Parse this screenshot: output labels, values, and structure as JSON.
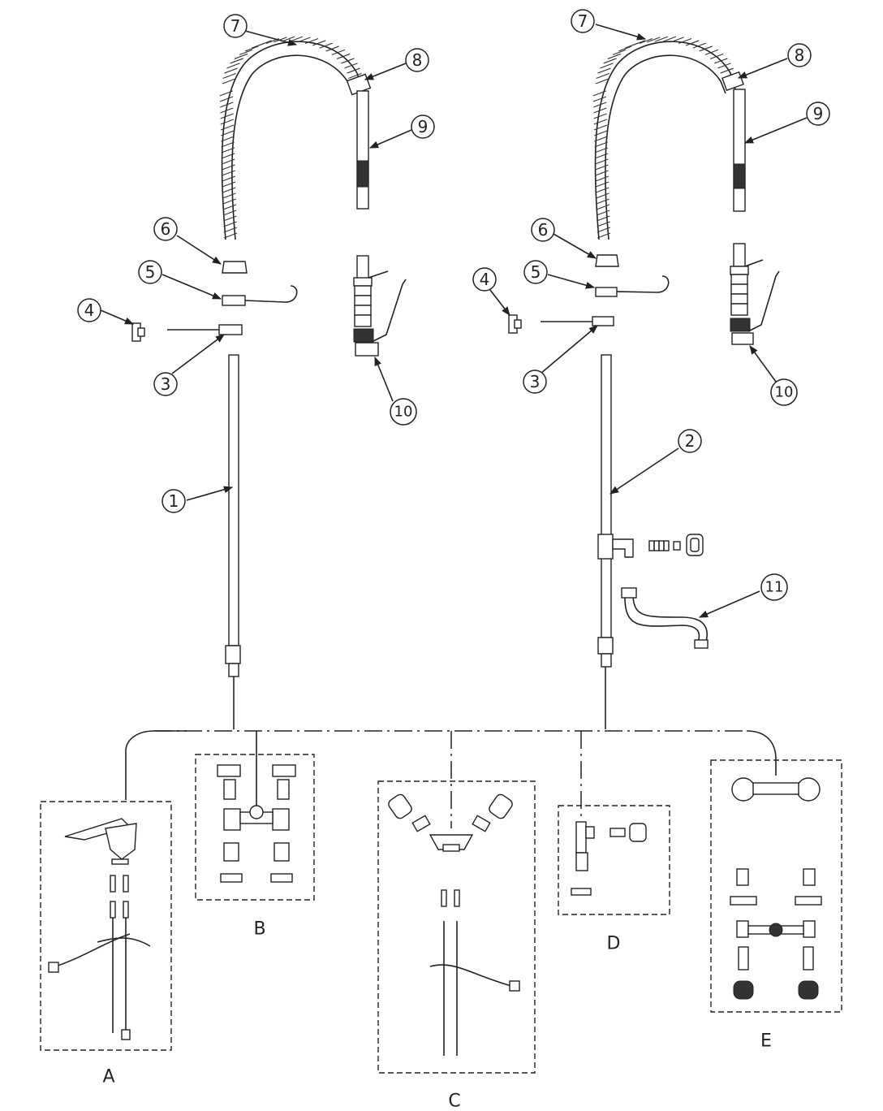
{
  "callouts": {
    "c1": "1",
    "c2": "2",
    "c3_left": "3",
    "c3_right": "3",
    "c4_left": "4",
    "c4_right": "4",
    "c5_left": "5",
    "c5_right": "5",
    "c6_left": "6",
    "c6_right": "6",
    "c7_left": "7",
    "c7_right": "7",
    "c8_left": "8",
    "c8_right": "8",
    "c9_left": "9",
    "c9_right": "9",
    "c10_left": "10",
    "c10_right": "10",
    "c11": "11"
  },
  "options": {
    "a": "A",
    "b": "B",
    "c": "C",
    "d": "D",
    "e": "E"
  }
}
